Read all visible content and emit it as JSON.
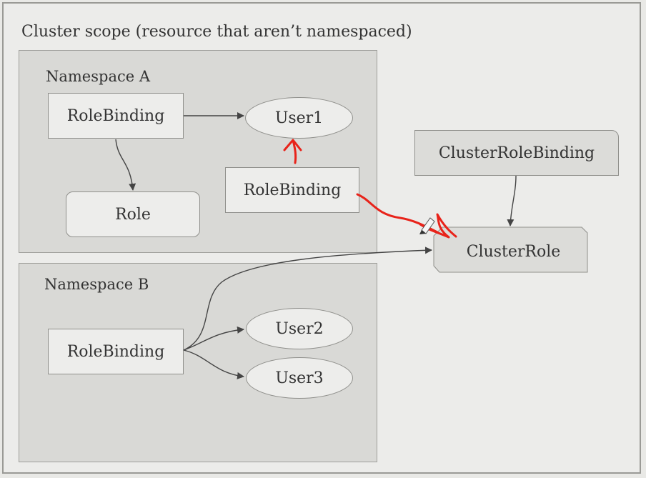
{
  "cluster": {
    "title": "Cluster scope (resource that aren’t namespaced)"
  },
  "namespace_a": {
    "title": "Namespace A",
    "role_binding_1": "RoleBinding",
    "user1": "User1",
    "role": "Role",
    "role_binding_2": "RoleBinding"
  },
  "namespace_b": {
    "title": "Namespace B",
    "role_binding": "RoleBinding",
    "user2": "User2",
    "user3": "User3"
  },
  "cluster_role_binding": "ClusterRoleBinding",
  "cluster_role": "ClusterRole",
  "colors": {
    "annotation": "#e8231a",
    "edge": "#444444"
  }
}
